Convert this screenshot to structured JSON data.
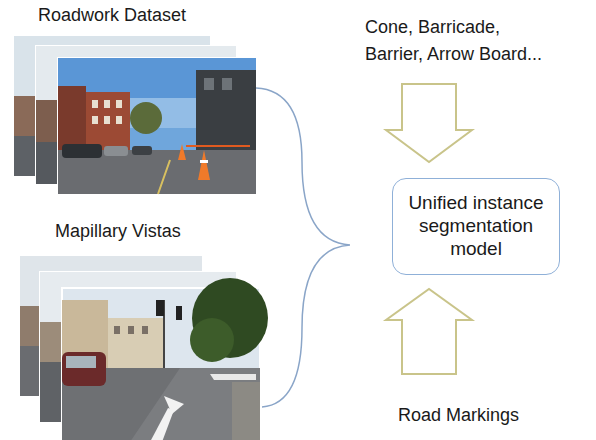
{
  "diagram": {
    "nodes": [
      {
        "text": [
          "Unified instance segmentation model"
        ]
      }
    ],
    "labels": [
      "Roadwork Dataset",
      "Cone, Barricade, Barrier, Arrow Board...",
      "Mapillary Vistas",
      "Road Markings"
    ]
  }
}
